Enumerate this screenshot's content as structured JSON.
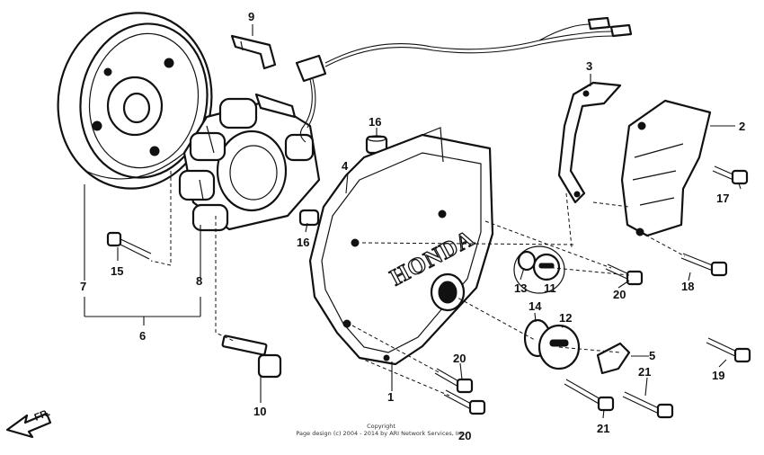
{
  "callouts": {
    "c1": "1",
    "c2": "2",
    "c3": "3",
    "c4": "4",
    "c5": "5",
    "c6": "6",
    "c7": "7",
    "c8": "8",
    "c9": "9",
    "c10": "10",
    "c11": "11",
    "c12": "12",
    "c13": "13",
    "c14": "14",
    "c15": "15",
    "c16a": "16",
    "c16b": "16",
    "c17": "17",
    "c18": "18",
    "c19": "19",
    "c20a": "20",
    "c20b": "20",
    "c20c": "20",
    "c21a": "21",
    "c21b": "21"
  },
  "cover_brand": "HONDA",
  "front_label": "FR.",
  "copyright": {
    "line1": "Copyright",
    "line2": "Page design (c) 2004 - 2014 by ARI Network Services, Inc."
  }
}
